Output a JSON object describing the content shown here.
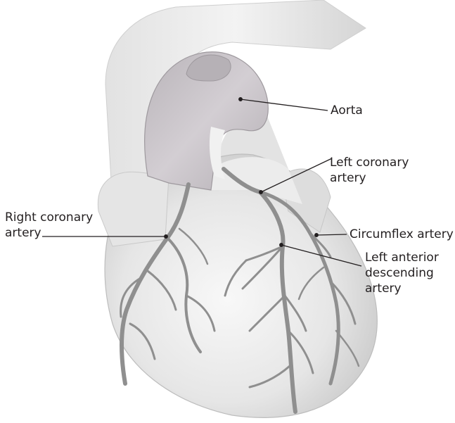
{
  "labels": {
    "aorta": "Aorta",
    "left_coronary": [
      "Left coronary",
      "artery"
    ],
    "right_coronary": [
      "Right coronary",
      "artery"
    ],
    "circumflex": "Circumflex artery",
    "lad": [
      "Left anterior",
      "descending",
      "artery"
    ]
  },
  "colors": {
    "tissue_light": "#f2f2f2",
    "tissue_mid": "#d6d6d6",
    "aorta": "#c9c4c9",
    "artery": "#8f8f8f",
    "label_text": "#231f20",
    "leader_line": "#231f20"
  }
}
